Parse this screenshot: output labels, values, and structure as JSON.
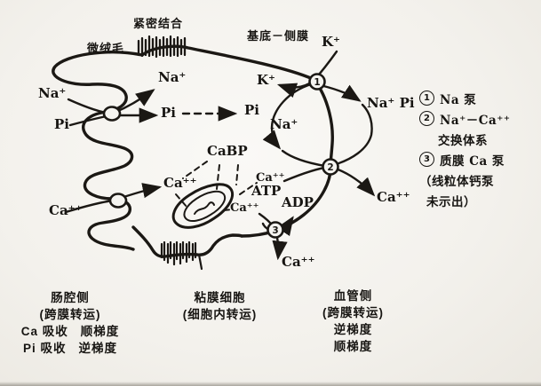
{
  "diagram_labels": [
    {
      "id": "tight-junction",
      "text": "紧密结合"
    },
    {
      "id": "microvilli",
      "text": "微绒毛"
    },
    {
      "id": "basolateral-membrane",
      "text": "基底－侧膜"
    },
    {
      "id": "k-outside",
      "text": "K⁺"
    },
    {
      "id": "na-outside-left",
      "text": "Na⁺"
    },
    {
      "id": "pi-outside-left",
      "text": "Pi"
    },
    {
      "id": "na-inside-top",
      "text": "Na⁺"
    },
    {
      "id": "pi-inside",
      "text": "Pi"
    },
    {
      "id": "pi-inside-2",
      "text": "Pi"
    },
    {
      "id": "k-inside",
      "text": "K⁺"
    },
    {
      "id": "na-inside",
      "text": "Na⁺"
    },
    {
      "id": "na-pi-outside",
      "text": "Na⁺ Pi"
    },
    {
      "id": "ca-outside-left",
      "text": "Ca⁺⁺"
    },
    {
      "id": "ca-inside-left",
      "text": "Ca⁺⁺"
    },
    {
      "id": "cabp",
      "text": "CaBP"
    },
    {
      "id": "ca-inside-right",
      "text": "Ca⁺⁺"
    },
    {
      "id": "atp",
      "text": "ATP"
    },
    {
      "id": "adp",
      "text": "ADP"
    },
    {
      "id": "ca-mid",
      "text": "Ca⁺⁺"
    },
    {
      "id": "ca-outside-right",
      "text": "Ca⁺⁺"
    },
    {
      "id": "ca-bottom",
      "text": "Ca⁺⁺"
    }
  ],
  "markers": [
    "1",
    "2",
    "3"
  ],
  "legend": {
    "items": [
      {
        "num": "1",
        "text": "Na 泵"
      },
      {
        "num": "2",
        "text": "Na⁺－Ca⁺⁺"
      },
      {
        "num": "",
        "text": "交换体系"
      },
      {
        "num": "3",
        "text": "质膜 Ca 泵"
      },
      {
        "num": "",
        "text": "（线粒体钙泵"
      },
      {
        "num": "",
        "text": "未示出）"
      }
    ]
  },
  "footer": {
    "col1": {
      "line1": "肠腔侧",
      "line2": "(跨膜转运)",
      "row1_left": "Ca 吸收",
      "row1_right": "顺梯度",
      "row2_left": "Pi 吸收",
      "row2_right": "逆梯度"
    },
    "col2": {
      "line1": "粘膜细胞",
      "line2": "(细胞内转运)"
    },
    "col3": {
      "line1": "血管侧",
      "line2": "(跨膜转运)",
      "line3": "逆梯度",
      "line4": "顺梯度"
    }
  },
  "colors": {
    "ink": "#1b1814",
    "paper": "#f5f4f0"
  }
}
